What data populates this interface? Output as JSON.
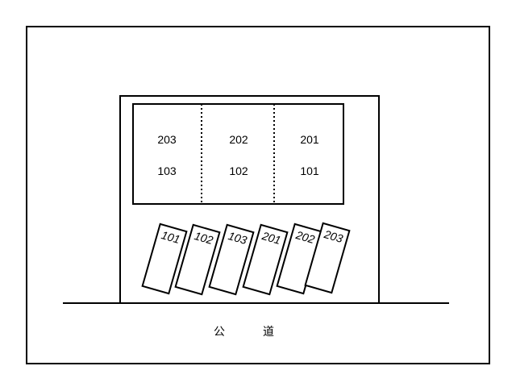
{
  "building": {
    "rooms": [
      {
        "upper": "203",
        "lower": "103"
      },
      {
        "upper": "202",
        "lower": "102"
      },
      {
        "upper": "201",
        "lower": "101"
      }
    ]
  },
  "parking": {
    "slots": [
      "101",
      "102",
      "103",
      "201",
      "202",
      "203"
    ]
  },
  "road": {
    "label_char1": "公",
    "label_char2": "道"
  }
}
